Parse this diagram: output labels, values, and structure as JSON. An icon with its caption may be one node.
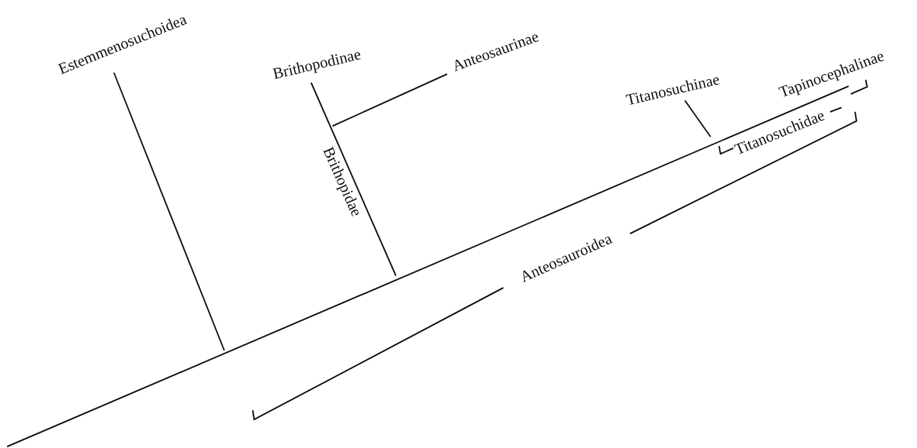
{
  "diagram": {
    "nodes": [
      {
        "text": [
          "Estemmenosuchoidea"
        ]
      },
      {
        "text": [
          "Brithopodinae"
        ]
      },
      {
        "text": [
          "Anteosaurinae"
        ]
      },
      {
        "text": [
          "Titanosuchinae"
        ]
      },
      {
        "text": [
          "Tapinocephalinae"
        ]
      }
    ],
    "edges": [
      {
        "from": null,
        "to": 0,
        "arrow": "none"
      },
      {
        "from": null,
        "to": 1,
        "arrow": "none"
      },
      {
        "from": null,
        "to": 2,
        "arrow": "none"
      },
      {
        "from": null,
        "to": 3,
        "arrow": "none"
      },
      {
        "from": null,
        "to": 4,
        "arrow": "none"
      }
    ],
    "labels": [
      "Titanosuchidae",
      "Brithopidae",
      "Anteosauroidea"
    ]
  }
}
